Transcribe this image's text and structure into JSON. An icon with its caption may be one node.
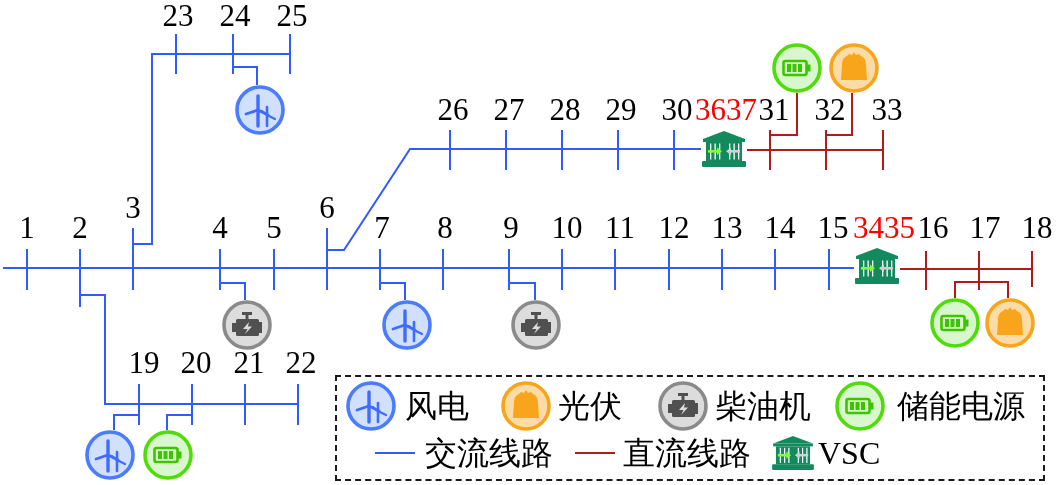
{
  "diagram": {
    "nodes": [
      {
        "text": [],
        "shape": "bar",
        "beside": [
          "1"
        ]
      },
      {
        "text": [],
        "shape": "bar",
        "beside": [
          "2"
        ]
      },
      {
        "text": [],
        "shape": "bar",
        "beside": [
          "3"
        ]
      },
      {
        "text": [],
        "shape": "bar",
        "beside": [
          "4"
        ]
      },
      {
        "text": [],
        "shape": "bar",
        "beside": [
          "5"
        ]
      },
      {
        "text": [],
        "shape": "bar",
        "beside": [
          "6"
        ]
      },
      {
        "text": [],
        "shape": "bar",
        "beside": [
          "7"
        ]
      },
      {
        "text": [],
        "shape": "bar",
        "beside": [
          "8"
        ]
      },
      {
        "text": [],
        "shape": "bar",
        "beside": [
          "9"
        ]
      },
      {
        "text": [],
        "shape": "bar",
        "beside": [
          "10"
        ]
      },
      {
        "text": [],
        "shape": "bar",
        "beside": [
          "11"
        ]
      },
      {
        "text": [],
        "shape": "bar",
        "beside": [
          "12"
        ]
      },
      {
        "text": [],
        "shape": "bar",
        "beside": [
          "13"
        ]
      },
      {
        "text": [],
        "shape": "bar",
        "beside": [
          "14"
        ]
      },
      {
        "text": [],
        "shape": "bar",
        "beside": [
          "15"
        ]
      },
      {
        "text": [],
        "shape": "bar",
        "beside": [
          "16"
        ]
      },
      {
        "text": [],
        "shape": "bar",
        "beside": [
          "17"
        ]
      },
      {
        "text": [],
        "shape": "bar",
        "beside": [
          "18"
        ]
      },
      {
        "text": [],
        "shape": "bar",
        "beside": [
          "19"
        ]
      },
      {
        "text": [],
        "shape": "bar",
        "beside": [
          "20"
        ]
      },
      {
        "text": [],
        "shape": "bar",
        "beside": [
          "21"
        ]
      },
      {
        "text": [],
        "shape": "bar",
        "beside": [
          "22"
        ]
      },
      {
        "text": [],
        "shape": "bar",
        "beside": [
          "23"
        ]
      },
      {
        "text": [],
        "shape": "bar",
        "beside": [
          "24"
        ]
      },
      {
        "text": [],
        "shape": "bar",
        "beside": [
          "25"
        ]
      },
      {
        "text": [],
        "shape": "bar",
        "beside": [
          "26"
        ]
      },
      {
        "text": [],
        "shape": "bar",
        "beside": [
          "27"
        ]
      },
      {
        "text": [],
        "shape": "bar",
        "beside": [
          "28"
        ]
      },
      {
        "text": [],
        "shape": "bar",
        "beside": [
          "29"
        ]
      },
      {
        "text": [],
        "shape": "bar",
        "beside": [
          "30"
        ]
      },
      {
        "text": [],
        "shape": "bar",
        "beside": [
          "31"
        ]
      },
      {
        "text": [],
        "shape": "bar",
        "beside": [
          "32"
        ]
      },
      {
        "text": [],
        "shape": "bar",
        "beside": [
          "33"
        ]
      },
      {
        "text": [],
        "shape": "picture",
        "beside": [
          "34",
          "35"
        ]
      },
      {
        "text": [],
        "shape": "picture",
        "beside": [
          "36",
          "37"
        ]
      },
      {
        "text": [],
        "shape": "circle"
      },
      {
        "text": [],
        "shape": "circle"
      },
      {
        "text": [],
        "shape": "circle"
      },
      {
        "text": [],
        "shape": "circle"
      },
      {
        "text": [],
        "shape": "circle"
      },
      {
        "text": [],
        "shape": "circle"
      },
      {
        "text": [],
        "shape": "circle"
      },
      {
        "text": [],
        "shape": "circle"
      },
      {
        "text": [],
        "shape": "circle"
      },
      {
        "text": [],
        "shape": "circle"
      }
    ],
    "edges": [
      {
        "from": null,
        "to": 0,
        "arrow": "none"
      },
      {
        "from": 0,
        "to": 1,
        "arrow": "none"
      },
      {
        "from": 1,
        "to": 2,
        "arrow": "none"
      },
      {
        "from": 2,
        "to": 3,
        "arrow": "none"
      },
      {
        "from": 3,
        "to": 4,
        "arrow": "none"
      },
      {
        "from": 4,
        "to": 5,
        "arrow": "none"
      },
      {
        "from": 5,
        "to": 6,
        "arrow": "none"
      },
      {
        "from": 6,
        "to": 7,
        "arrow": "none"
      },
      {
        "from": 7,
        "to": 8,
        "arrow": "none"
      },
      {
        "from": 8,
        "to": 9,
        "arrow": "none"
      },
      {
        "from": 9,
        "to": 10,
        "arrow": "none"
      },
      {
        "from": 10,
        "to": 11,
        "arrow": "none"
      },
      {
        "from": 11,
        "to": 12,
        "arrow": "none"
      },
      {
        "from": 12,
        "to": 13,
        "arrow": "none"
      },
      {
        "from": 13,
        "to": 14,
        "arrow": "none"
      },
      {
        "from": 14,
        "to": 33,
        "arrow": "none"
      },
      {
        "from": 33,
        "to": 15,
        "arrow": "none",
        "color": "#b01c1c"
      },
      {
        "from": 15,
        "to": 16,
        "arrow": "none",
        "color": "#b01c1c"
      },
      {
        "from": 16,
        "to": 17,
        "arrow": "none",
        "color": "#b01c1c"
      },
      {
        "from": 1,
        "to": 18,
        "arrow": "none"
      },
      {
        "from": 18,
        "to": 19,
        "arrow": "none"
      },
      {
        "from": 19,
        "to": 20,
        "arrow": "none"
      },
      {
        "from": 20,
        "to": 21,
        "arrow": "none"
      },
      {
        "from": 2,
        "to": 22,
        "arrow": "none"
      },
      {
        "from": 22,
        "to": 23,
        "arrow": "none"
      },
      {
        "from": 23,
        "to": 24,
        "arrow": "none"
      },
      {
        "from": 5,
        "to": 25,
        "arrow": "none"
      },
      {
        "from": 25,
        "to": 26,
        "arrow": "none"
      },
      {
        "from": 26,
        "to": 27,
        "arrow": "none"
      },
      {
        "from": 27,
        "to": 28,
        "arrow": "none"
      },
      {
        "from": 28,
        "to": 29,
        "arrow": "none"
      },
      {
        "from": 29,
        "to": 34,
        "arrow": "none"
      },
      {
        "from": 34,
        "to": 30,
        "arrow": "none",
        "color": "#b01c1c"
      },
      {
        "from": 30,
        "to": 31,
        "arrow": "none",
        "color": "#b01c1c"
      },
      {
        "from": 31,
        "to": 32,
        "arrow": "none",
        "color": "#b01c1c"
      },
      {
        "from": 23,
        "to": 35,
        "arrow": "none"
      },
      {
        "from": 30,
        "to": 36,
        "arrow": "none",
        "color": "#b01c1c"
      },
      {
        "from": 31,
        "to": 37,
        "arrow": "none",
        "color": "#b01c1c"
      },
      {
        "from": 3,
        "to": 38,
        "arrow": "none"
      },
      {
        "from": 6,
        "to": 39,
        "arrow": "none"
      },
      {
        "from": 8,
        "to": 40,
        "arrow": "none"
      },
      {
        "from": 16,
        "to": 41,
        "arrow": "none",
        "color": "#b01c1c"
      },
      {
        "from": 16,
        "to": 42,
        "arrow": "none",
        "color": "#b01c1c"
      },
      {
        "from": 18,
        "to": 43,
        "arrow": "none"
      },
      {
        "from": 19,
        "to": 44,
        "arrow": "none"
      }
    ],
    "legend": [
      {
        "text": "风电"
      },
      {
        "text": "光伏"
      },
      {
        "text": "柴油机"
      },
      {
        "text": "储能电源"
      },
      {
        "text": "交流线路"
      },
      {
        "text": "直流线路"
      },
      {
        "text": "VSC"
      }
    ]
  }
}
